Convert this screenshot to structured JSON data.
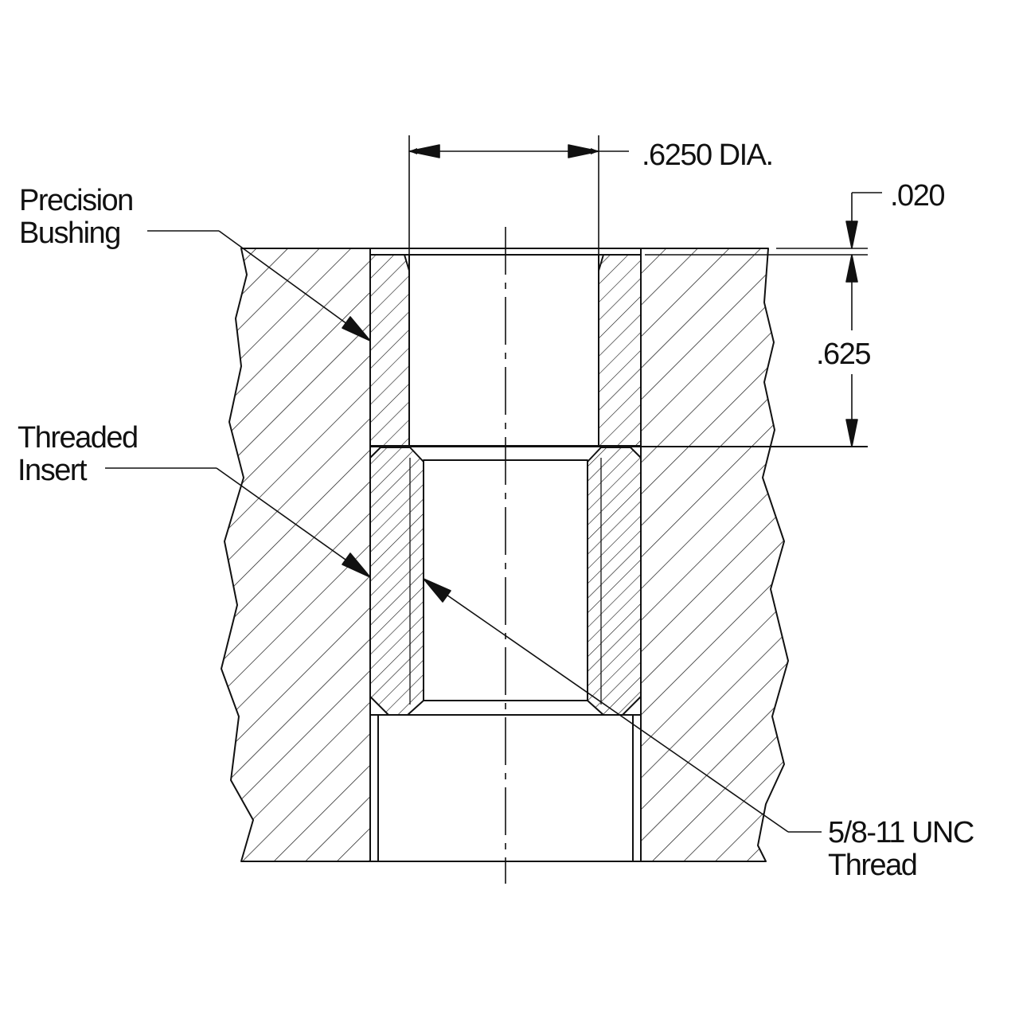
{
  "labels": {
    "precision_bushing": [
      "Precision",
      "Bushing"
    ],
    "threaded_insert": [
      "Threaded",
      "Insert"
    ],
    "thread_spec": [
      "5/8-11 UNC",
      "Thread"
    ]
  },
  "dimensions": {
    "bore_diameter": ".6250 DIA.",
    "recess_gap": ".020",
    "bushing_depth": ".625"
  },
  "colors": {
    "line": "#111111",
    "background": "#ffffff"
  }
}
